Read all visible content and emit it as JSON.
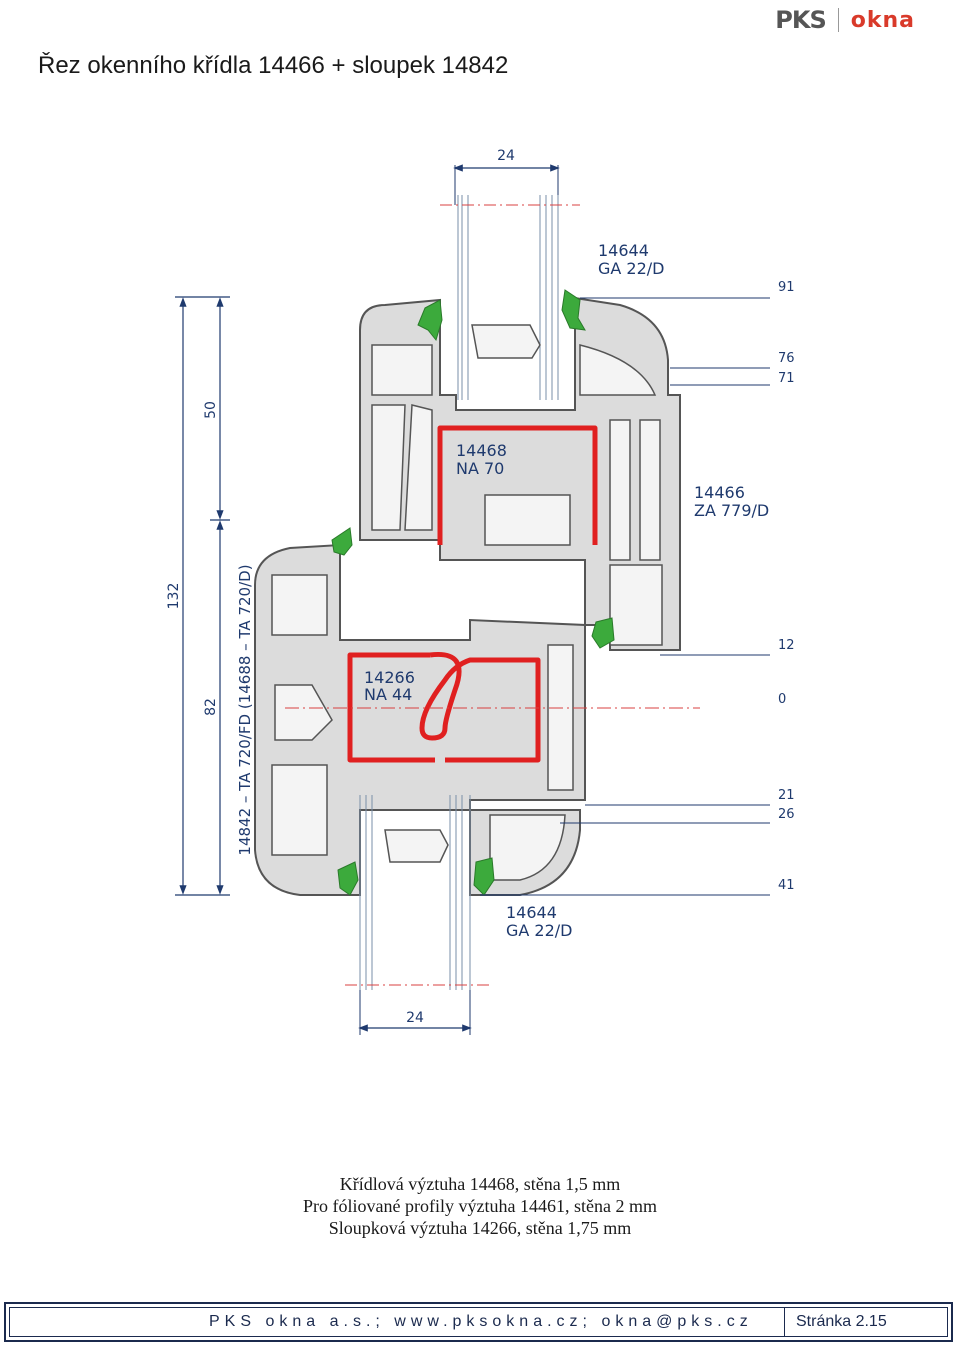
{
  "header": {
    "title": "Řez okenního křídla 14466 + sloupek 14842",
    "logo_left": "PKS",
    "logo_right": "okna"
  },
  "dimensions": {
    "top_glass": "24",
    "bottom_glass": "24",
    "left_total": "132",
    "left_upper": "50",
    "left_lower": "82",
    "right_levels": [
      "91",
      "76",
      "71",
      "12",
      "0",
      "21",
      "26",
      "41"
    ]
  },
  "labels": {
    "gasket_top": [
      "14644",
      "GA 22/D"
    ],
    "reinforcement_sash": [
      "14468",
      "NA 70"
    ],
    "sash_profile": [
      "14466",
      "ZA 779/D"
    ],
    "reinforcement_mullion": [
      "14266",
      "NA 44"
    ],
    "gasket_bottom": [
      "14644",
      "GA 22/D"
    ],
    "mullion_profile": "14842 – TA 720/FD (14688 – TA 720/D)"
  },
  "notes": [
    "Křídlová výztuha 14468, stěna 1,5 mm",
    "Pro fóliované profily výztuha 14461, stěna 2 mm",
    "Sloupková výztuha 14266, stěna 1,75 mm"
  ],
  "footer": {
    "contact": "PKS okna a.s.; www.pksokna.cz; okna@pks.cz",
    "page": "Stránka 2.15"
  },
  "colors": {
    "dimension": "#1f3a6e",
    "profile_fill": "#dcdcdc",
    "profile_stroke": "#555555",
    "reinforcement": "#e02020",
    "gasket": "#3caa3c",
    "axis": "#d84040"
  }
}
